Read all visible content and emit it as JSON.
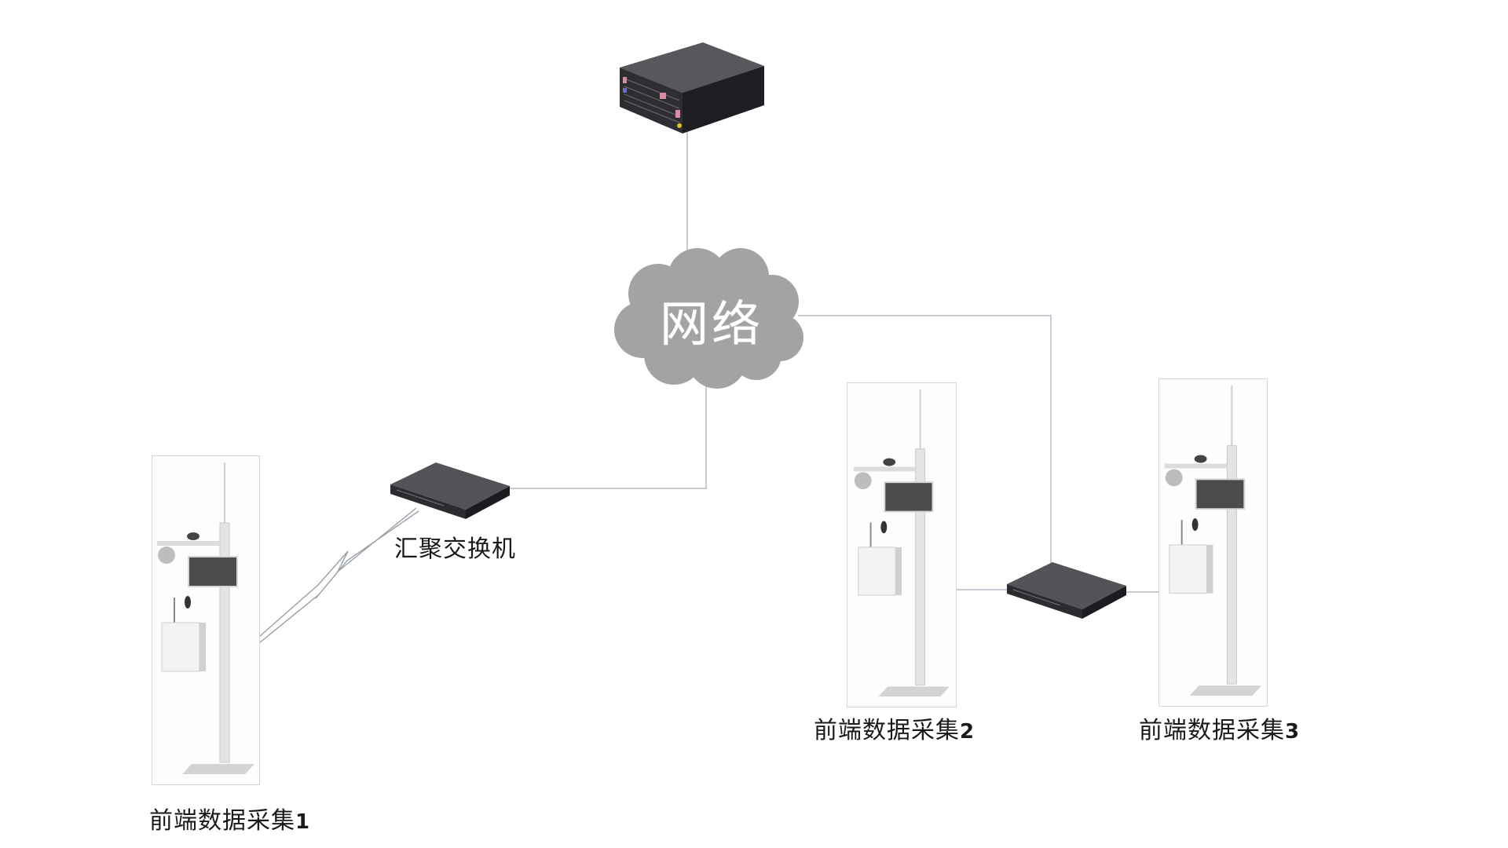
{
  "diagram": {
    "type": "network-topology",
    "nodes": {
      "server": {
        "icon": "server-rack-icon",
        "label": ""
      },
      "network": {
        "icon": "cloud-icon",
        "label": "网络"
      },
      "aggregation_switch": {
        "icon": "network-switch-icon",
        "label": "汇聚交换机"
      },
      "access_switch": {
        "icon": "network-switch-icon",
        "label": ""
      },
      "collector_1": {
        "icon": "monitoring-pole-icon",
        "label_text": "前端数据采集",
        "label_num": "1"
      },
      "collector_2": {
        "icon": "monitoring-pole-icon",
        "label_text": "前端数据采集",
        "label_num": "2"
      },
      "collector_3": {
        "icon": "monitoring-pole-icon",
        "label_text": "前端数据采集",
        "label_num": "3"
      }
    },
    "edges": [
      {
        "from": "server",
        "to": "network",
        "kind": "wired"
      },
      {
        "from": "network",
        "to": "aggregation_switch",
        "kind": "wired"
      },
      {
        "from": "network",
        "to": "access_switch",
        "kind": "wired"
      },
      {
        "from": "aggregation_switch",
        "to": "collector_1",
        "kind": "wireless"
      },
      {
        "from": "access_switch",
        "to": "collector_2",
        "kind": "wired"
      },
      {
        "from": "access_switch",
        "to": "collector_3",
        "kind": "wired"
      }
    ],
    "colors": {
      "line": "#c5ccd4",
      "cloud": "#a3a3a3",
      "device_dark": "#4a4a4e",
      "screen": "#4b4b4b"
    }
  }
}
